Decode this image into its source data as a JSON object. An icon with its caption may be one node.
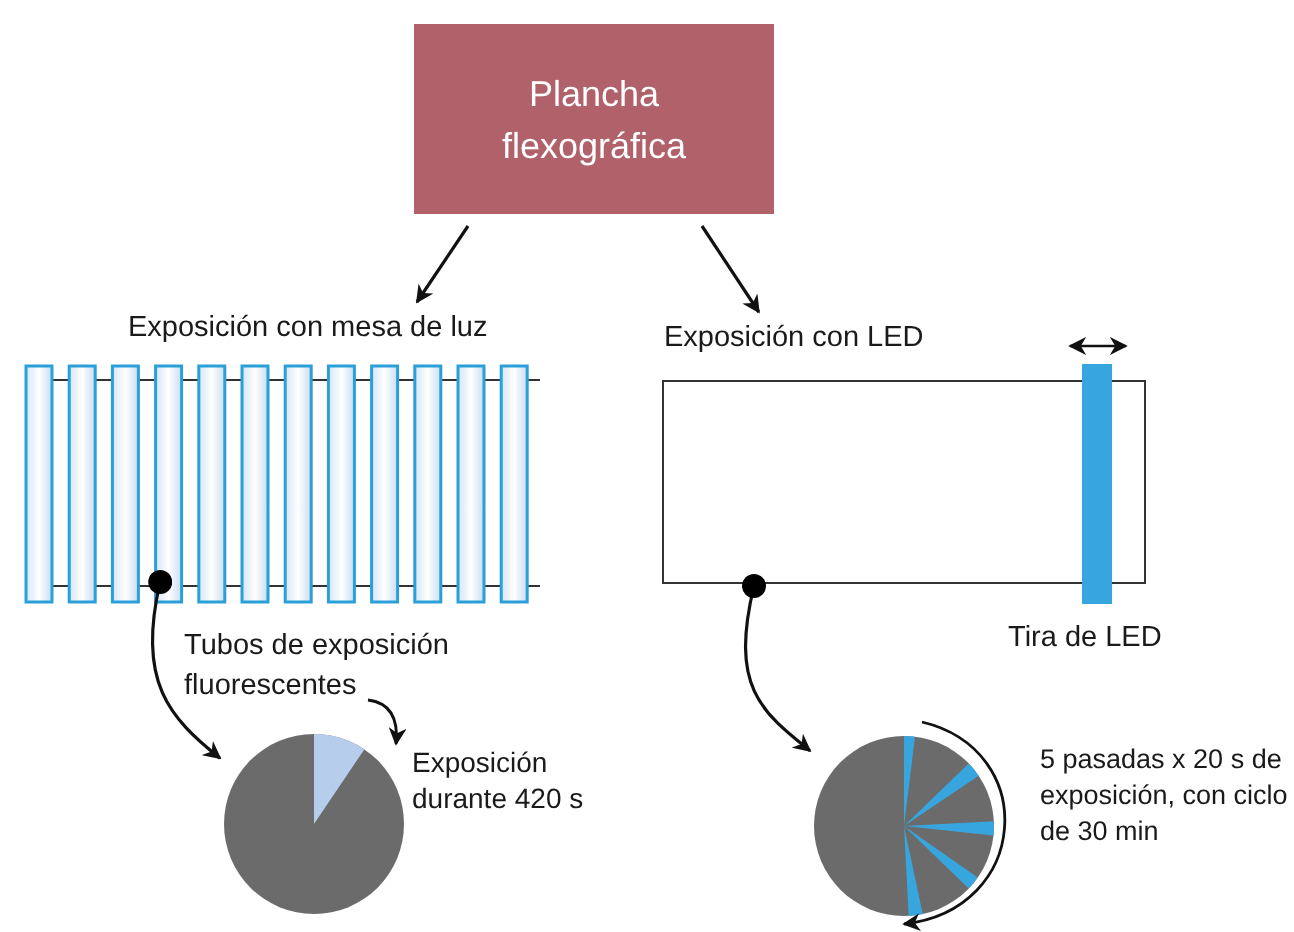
{
  "diagram": {
    "nodes": [
      {
        "text": [
          "Plancha flexográfica"
        ]
      },
      {
        "text": [
          "Exposición con mesa de luz"
        ]
      },
      {
        "text": [
          "Exposición con LED"
        ]
      },
      {
        "text": [],
        "shape": "circle",
        "beside": [
          "Exposición durante 420 s"
        ]
      },
      {
        "text": [],
        "shape": "circle",
        "beside": [
          "5 pasadas x 20 s de exposición, con ciclo de 30 min"
        ]
      }
    ],
    "edges": [
      {
        "from": 0,
        "to": 1,
        "arrow": "to"
      },
      {
        "from": 0,
        "to": 2,
        "arrow": "to"
      },
      {
        "from": 1,
        "to": 3,
        "arrow": "to"
      },
      {
        "from": 2,
        "to": 4,
        "arrow": "to"
      }
    ],
    "labels": [
      "Tubos de exposición fluorescentes",
      "Tira de LED"
    ]
  }
}
